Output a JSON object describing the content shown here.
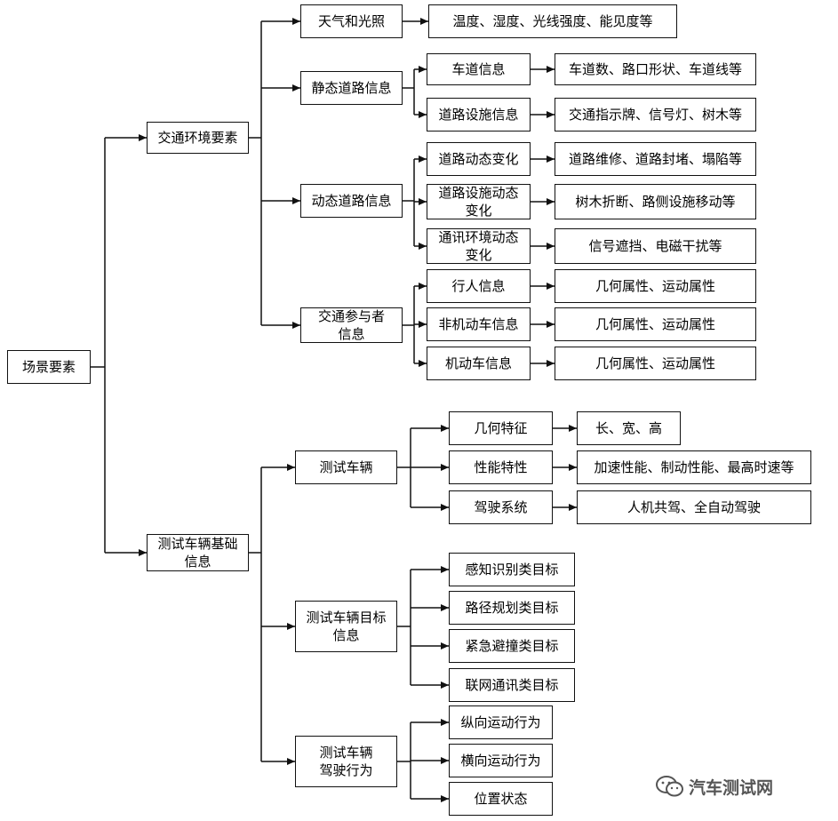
{
  "diagram": {
    "root": "场景要素",
    "l1": {
      "env": "交通环境要素",
      "veh": "测试车辆基础\n信息"
    },
    "l2": {
      "weather": "天气和光照",
      "static_road": "静态道路信息",
      "dynamic_road": "动态道路信息",
      "participants": "交通参与者\n信息",
      "test_vehicle": "测试车辆",
      "target_info": "测试车辆目标\n信息",
      "driving_behavior": "测试车辆\n驾驶行为"
    },
    "l3": {
      "lane_info": "车道信息",
      "facility_info": "道路设施信息",
      "road_dyn_change": "道路动态变化",
      "facility_dyn_change": "道路设施动态\n变化",
      "comm_dyn_change": "通讯环境动态\n变化",
      "pedestrian": "行人信息",
      "non_motor": "非机动车信息",
      "motor": "机动车信息",
      "geometry": "几何特征",
      "performance": "性能特性",
      "driving_system": "驾驶系统",
      "perception_target": "感知识别类目标",
      "path_target": "路径规划类目标",
      "avoid_target": "紧急避撞类目标",
      "network_target": "联网通讯类目标",
      "longitudinal": "纵向运动行为",
      "lateral": "横向运动行为",
      "position": "位置状态"
    },
    "details": {
      "weather_detail": "温度、湿度、光线强度、能见度等",
      "lane_detail": "车道数、路口形状、车道线等",
      "facility_detail": "交通指示牌、信号灯、树木等",
      "road_dyn_detail": "道路维修、道路封堵、塌陷等",
      "facility_dyn_detail": "树木折断、路侧设施移动等",
      "comm_dyn_detail": "信号遮挡、电磁干扰等",
      "pedestrian_detail": "几何属性、运动属性",
      "non_motor_detail": "几何属性、运动属性",
      "motor_detail": "几何属性、运动属性",
      "geometry_detail": "长、宽、高",
      "performance_detail": "加速性能、制动性能、最高时速等",
      "driving_system_detail": "人机共驾、全自动驾驶"
    }
  },
  "watermark": {
    "text": "汽车测试网",
    "icon": "wechat-icon"
  },
  "colors": {
    "line": "#111111",
    "box_border": "#111111",
    "background": "#ffffff"
  }
}
